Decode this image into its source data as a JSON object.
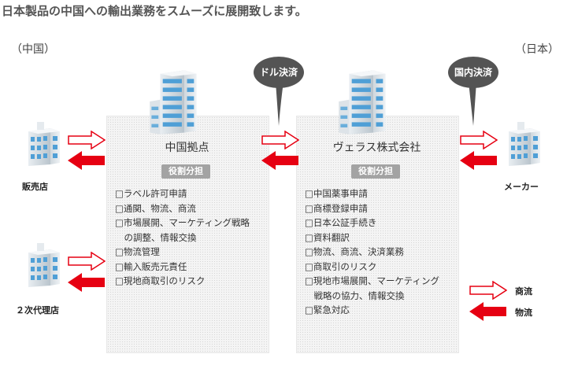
{
  "header": {
    "title": "日本製品の中国への輸出業務をスムーズに展開致します。"
  },
  "regions": {
    "china": "（中国）",
    "japan": "（日本）"
  },
  "nodes": {
    "retailer": "販売店",
    "sub_agent": "２次代理店",
    "maker": "メーカー"
  },
  "china_base": {
    "title": "中国拠点",
    "role_label": "役割分担",
    "tasks": [
      "□ラベル許可申請",
      "□通関、物流、商流",
      "□市場展開、マーケティング戦略",
      "　の調整、情報交換",
      "□物流管理",
      "□輸入販売元責任",
      "□現地商取引のリスク"
    ]
  },
  "veras": {
    "title": "ヴェラス株式会社",
    "role_label": "役割分担",
    "tasks": [
      "□中国薬事申請",
      "□商標登録申請",
      "□日本公証手続き",
      "□資料翻訳",
      "□物流、商流、決済業務",
      "□商取引のリスク",
      "□現地市場展開、マーケティング",
      "　戦略の協力、情報交換",
      "□緊急対応"
    ]
  },
  "bubbles": {
    "dollar_settlement": "ドル決済",
    "domestic_settlement": "国内決済"
  },
  "legend": {
    "commercial_flow": "商流",
    "physical_flow": "物流"
  },
  "colors": {
    "arrow_red": "#e60012",
    "building_blue": "#5aa6d8",
    "bubble": "#545454"
  }
}
